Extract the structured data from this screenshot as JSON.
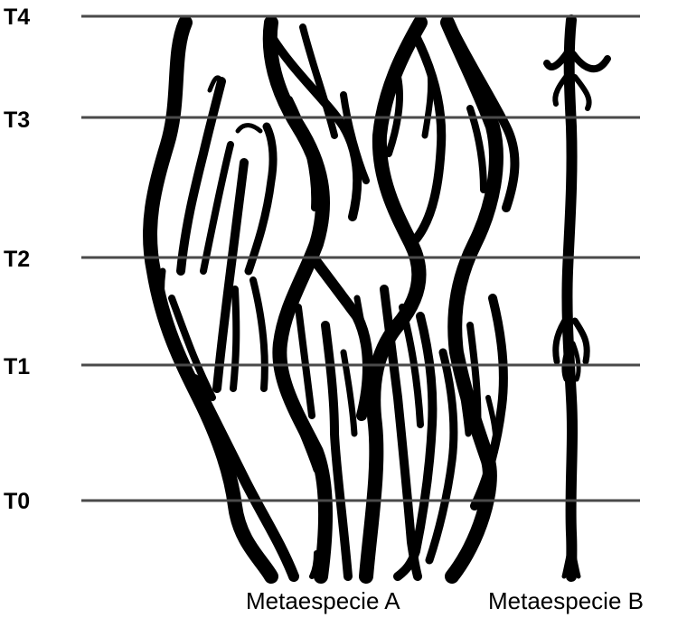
{
  "time_levels": [
    {
      "label": "T4"
    },
    {
      "label": "T3"
    },
    {
      "label": "T2"
    },
    {
      "label": "T1"
    },
    {
      "label": "T0"
    }
  ],
  "species": [
    {
      "label": "Metaespecie A"
    },
    {
      "label": "Metaespecie B"
    }
  ],
  "colors": {
    "branch": "#000000",
    "line": "#4a4a4a",
    "background": "#ffffff"
  }
}
